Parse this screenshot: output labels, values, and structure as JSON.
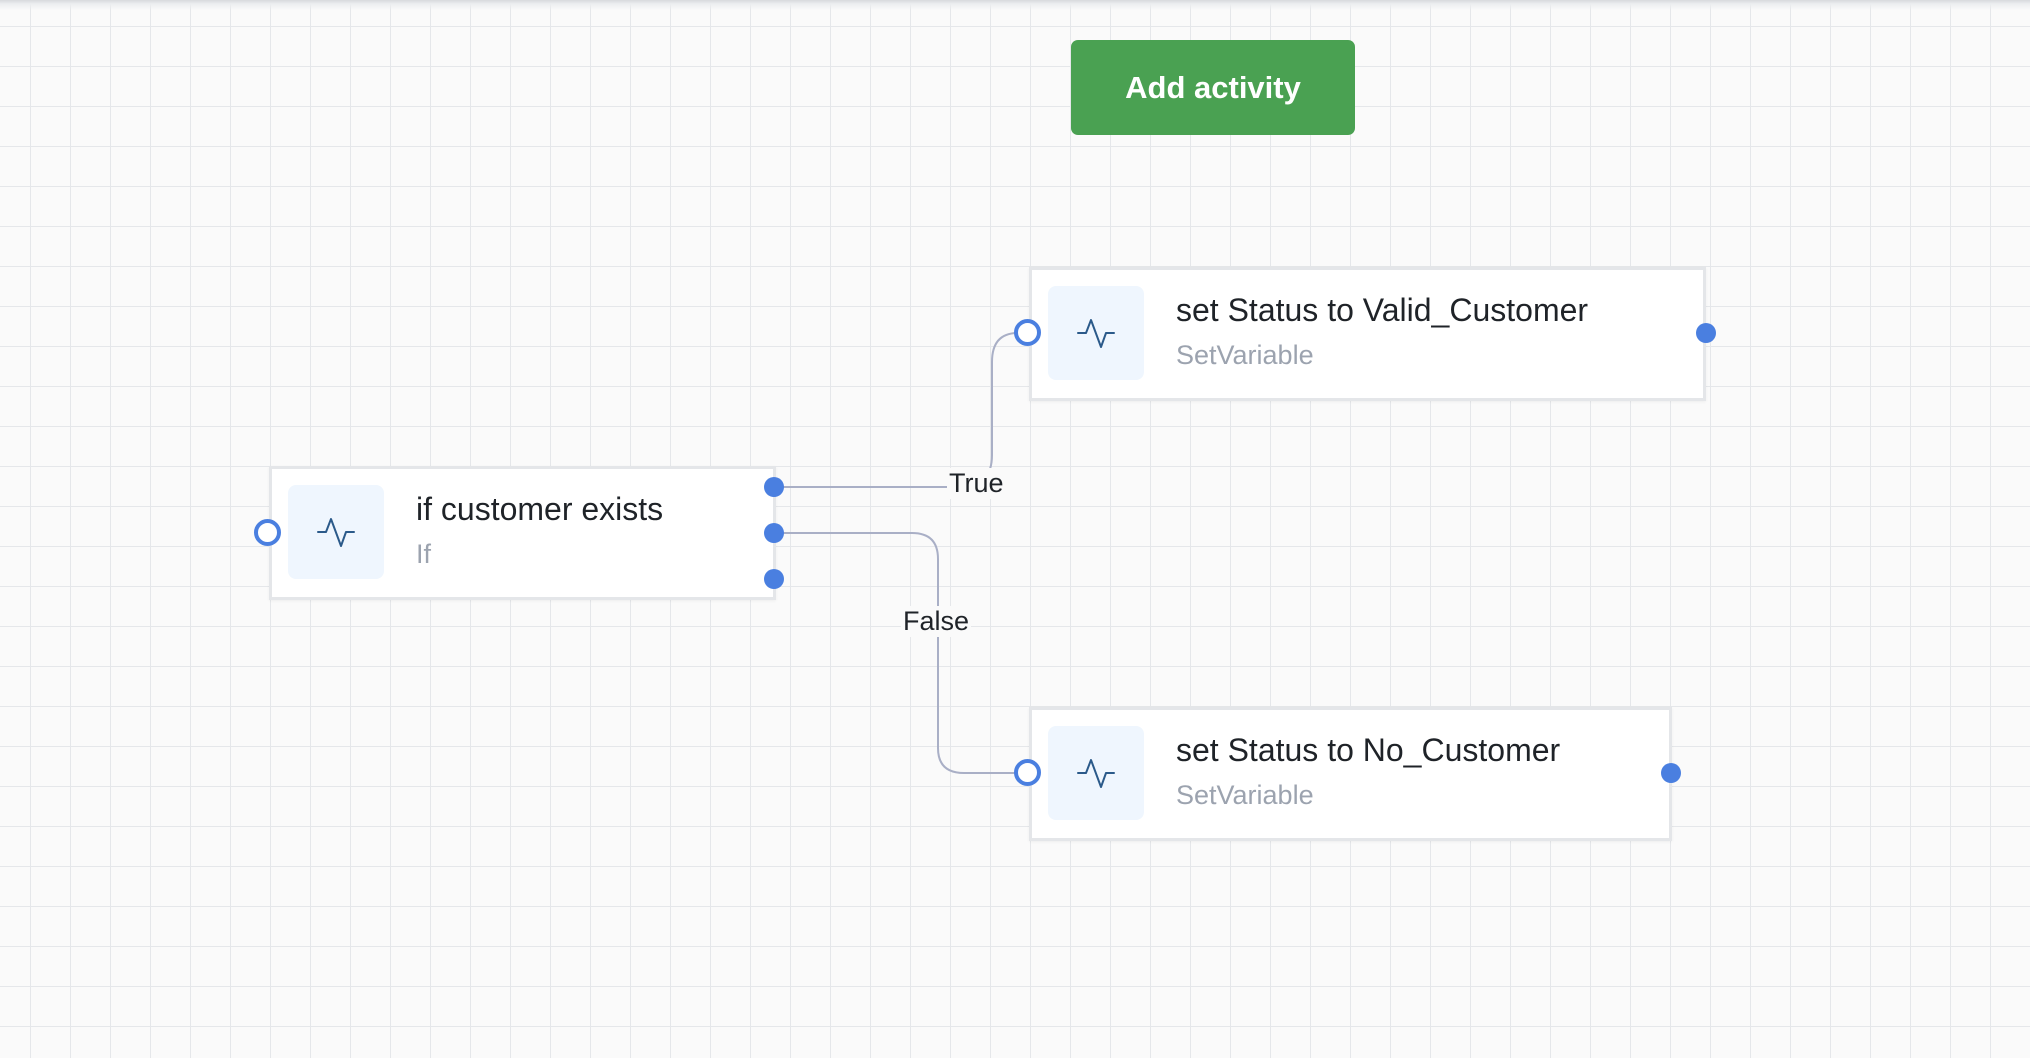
{
  "toolbar": {
    "add_activity_label": "Add activity"
  },
  "nodes": {
    "if_node": {
      "title": "if customer exists",
      "type": "If",
      "icon": "activity-pulse-icon"
    },
    "valid_node": {
      "title": "set Status to Valid_Customer",
      "type": "SetVariable",
      "icon": "activity-pulse-icon"
    },
    "no_node": {
      "title": "set Status to No_Customer",
      "type": "SetVariable",
      "icon": "activity-pulse-icon"
    }
  },
  "edges": {
    "true_label": "True",
    "false_label": "False"
  },
  "colors": {
    "accent": "#4aa152",
    "port": "#4a7fe0",
    "edge": "#a9afc6",
    "icon": "#2b5a8a"
  }
}
